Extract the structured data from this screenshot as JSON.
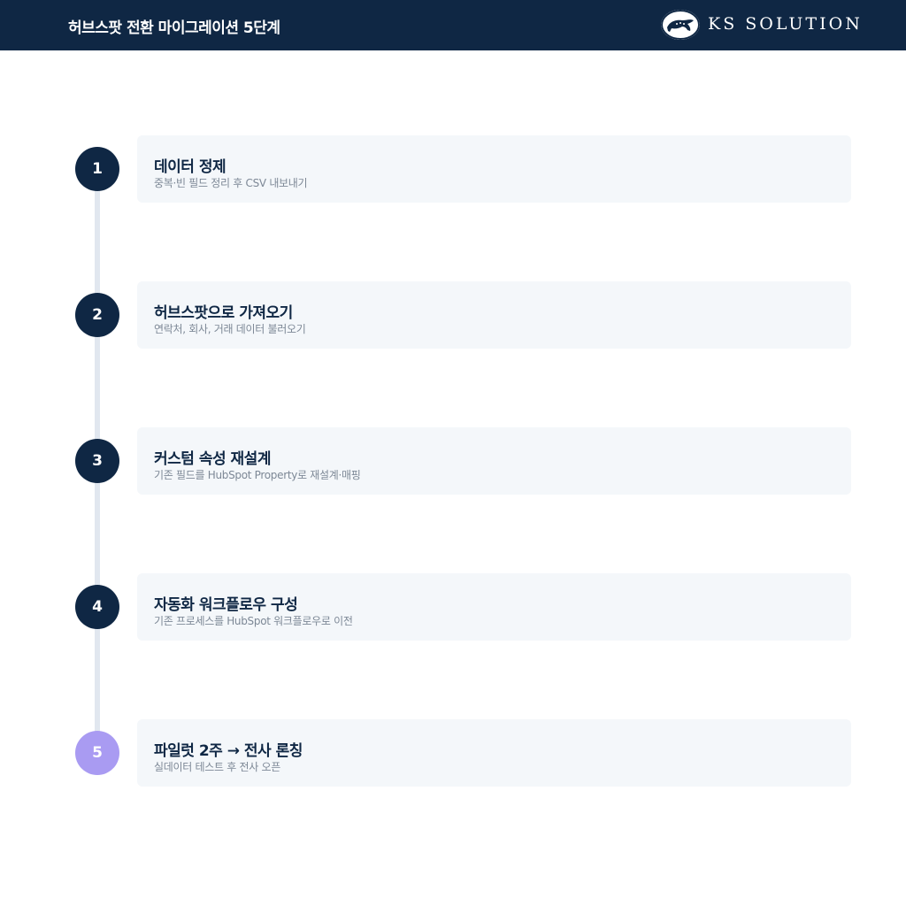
{
  "header": {
    "title": "허브스팟 전환 마이그레이션 5단계",
    "logo_text": "KS SOLUTION",
    "logo_icon": "leopard-emblem-icon"
  },
  "steps": [
    {
      "number": "1",
      "title": "데이터 정제",
      "description": "중복·빈 필드 정리 후 CSV 내보내기"
    },
    {
      "number": "2",
      "title": "허브스팟으로 가져오기",
      "description": "연락처, 회사, 거래 데이터 불러오기"
    },
    {
      "number": "3",
      "title": "커스텀 속성 재설계",
      "description": "기존 필드를 HubSpot Property로 재설계·매핑"
    },
    {
      "number": "4",
      "title": "자동화 워크플로우 구성",
      "description": "기존 프로세스를 HubSpot 워크플로우로 이전"
    },
    {
      "number": "5",
      "title": "파일럿 2주 → 전사 론칭",
      "description": "실데이터 테스트 후 전사 오픈"
    }
  ],
  "colors": {
    "header_bg": "#0f2744",
    "step_circle": "#0f2744",
    "final_step_circle": "#a99bf2",
    "card_bg": "#f4f7fa",
    "line": "#e1e7ef"
  }
}
